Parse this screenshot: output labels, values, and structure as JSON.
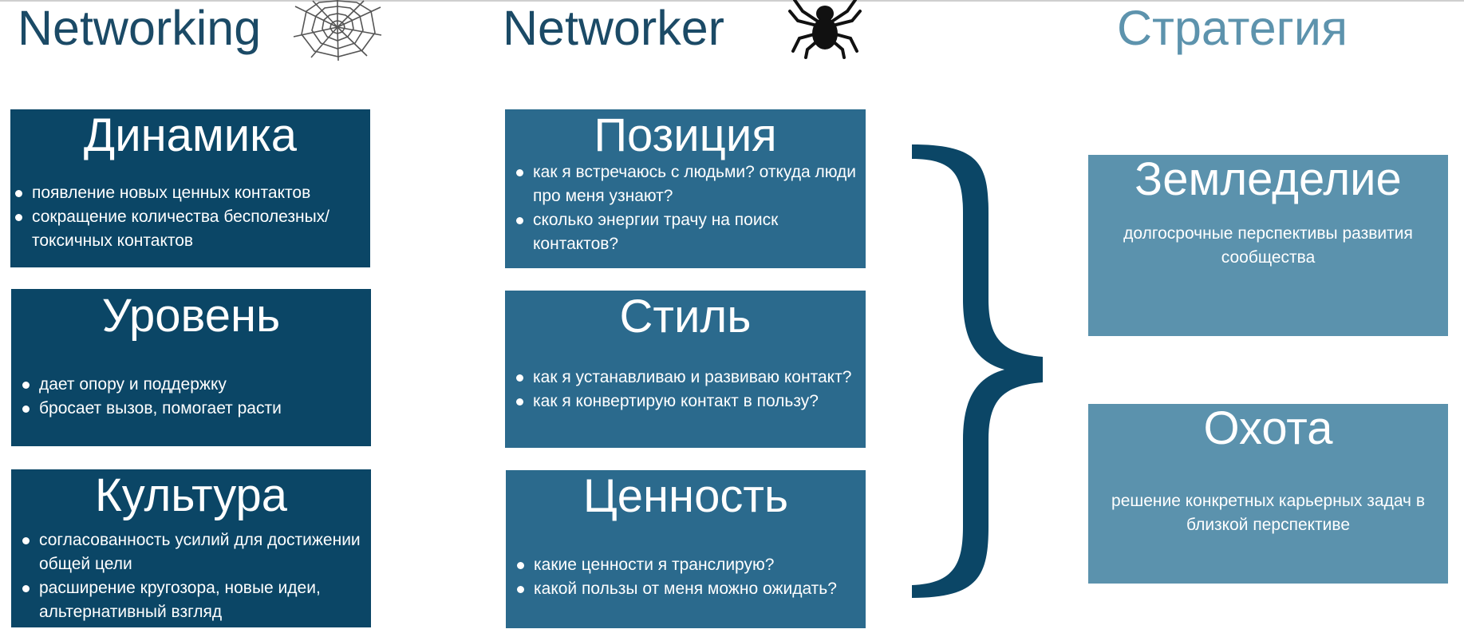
{
  "headings": {
    "networking": "Networking",
    "networker": "Networker",
    "strategy": "Стратегия"
  },
  "icons": {
    "networking_icon": "spider-web-icon",
    "networker_icon": "spider-icon",
    "connector": "curly-brace"
  },
  "colors": {
    "heading_dark": "#1b4a66",
    "heading_light": "#5d93ad",
    "box_networking": "#0b4666",
    "box_networker": "#2b6a8d",
    "box_strategy": "#5b92ad"
  },
  "networking": {
    "dynamics": {
      "title": "Динамика",
      "bullets": [
        "появление новых ценных контактов",
        "сокращение количества бесполезных/токсичных контактов"
      ]
    },
    "level": {
      "title": "Уровень",
      "bullets": [
        "дает опору и поддержку",
        "бросает вызов, помогает расти"
      ]
    },
    "culture": {
      "title": "Культура",
      "bullets": [
        "согласованность усилий для достижении общей цели",
        "расширение кругозора, новые идеи, альтернативный взгляд"
      ]
    }
  },
  "networker": {
    "position": {
      "title": "Позиция",
      "bullets": [
        "как я встречаюсь с людьми? откуда люди про меня узнают?",
        "сколько энергии трачу на поиск контактов?"
      ]
    },
    "style": {
      "title": "Стиль",
      "bullets": [
        "как я устанавливаю и развиваю контакт?",
        "как я конвертирую контакт в пользу?"
      ]
    },
    "value": {
      "title": "Ценность",
      "bullets": [
        "какие ценности я транслирую?",
        "какой пользы от меня можно ожидать?"
      ]
    }
  },
  "strategy": {
    "farming": {
      "title": "Земледелие",
      "description": "долгосрочные перспективы развития сообщества"
    },
    "hunting": {
      "title": "Охота",
      "description": "решение конкретных карьерных задач в близкой перспективе"
    }
  }
}
